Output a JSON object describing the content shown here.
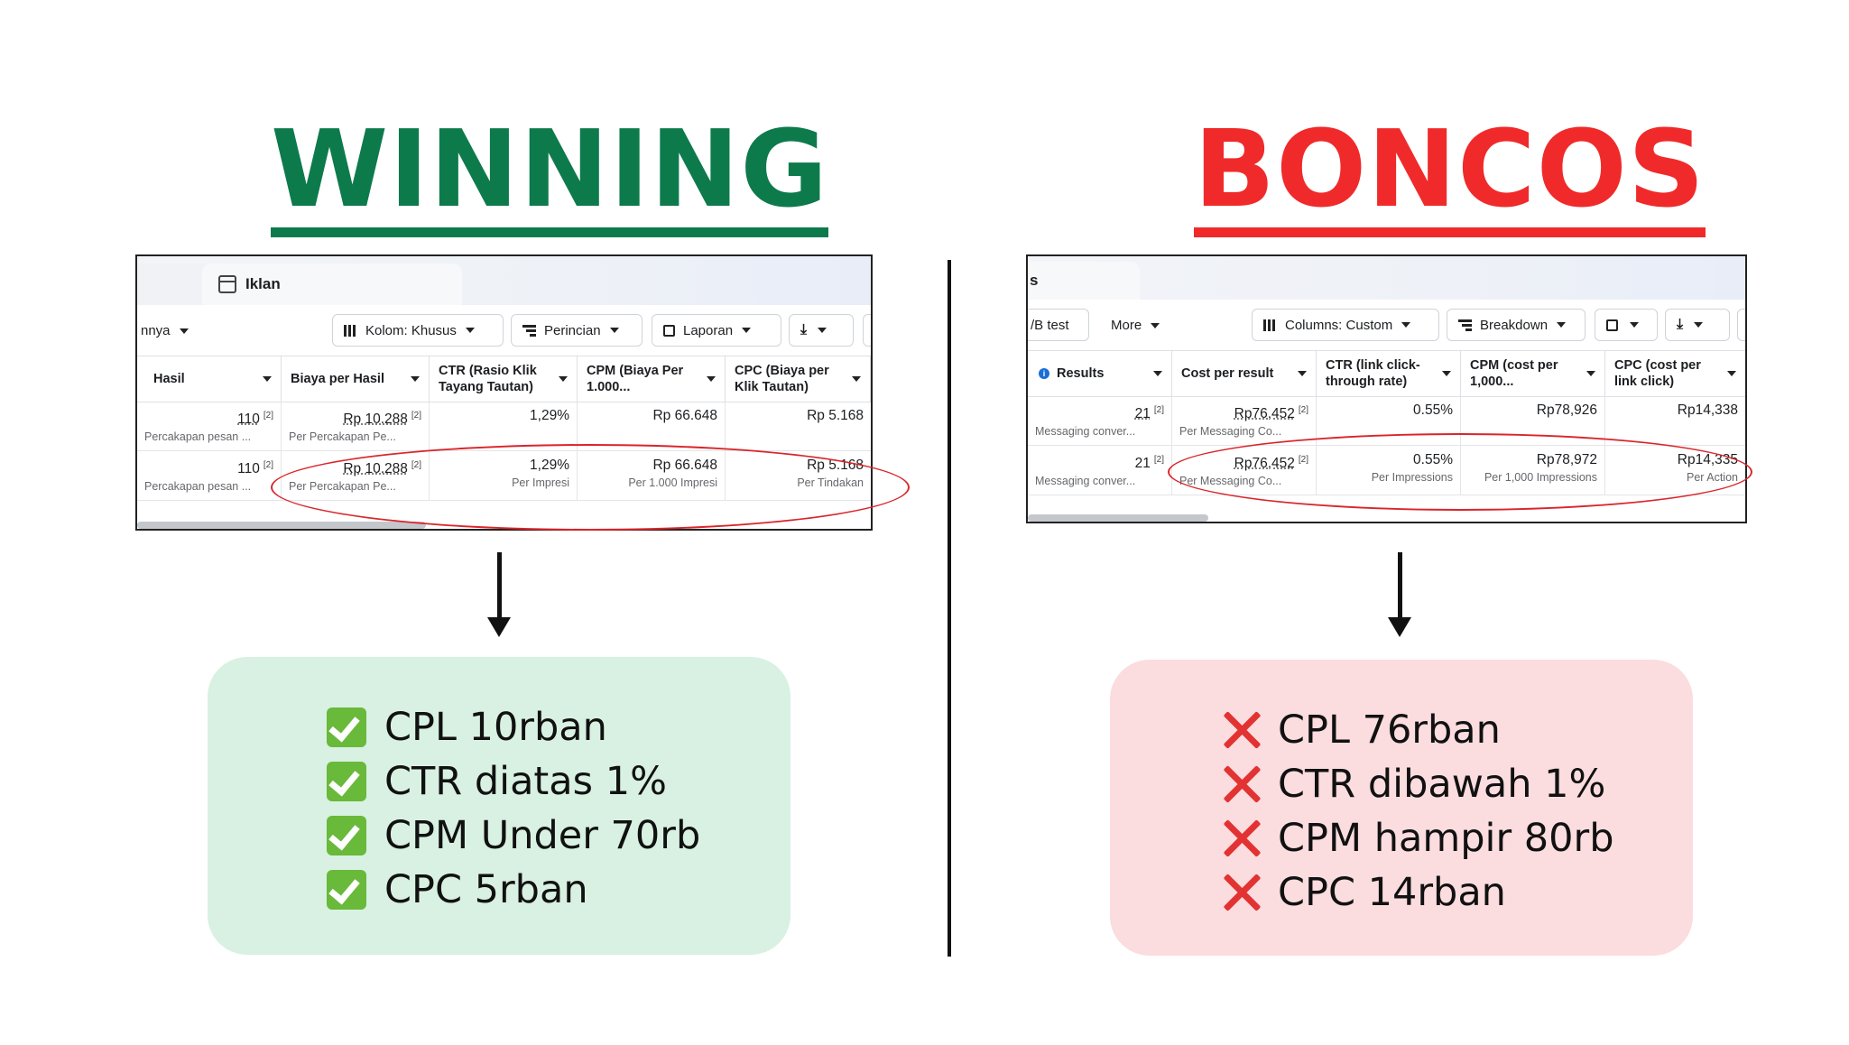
{
  "headings": {
    "left": "WINNING",
    "right": "BONCOS"
  },
  "colors": {
    "win": "#0d7a4c",
    "lose": "#f02a2a",
    "win_bg": "#d8f1e2",
    "lose_bg": "#fbdcdf",
    "highlight": "#d9252b"
  },
  "left_table": {
    "tab_label": "Iklan",
    "toolbar_left_text": "nnya",
    "buttons": {
      "columns": "Kolom: Khusus",
      "breakdown": "Perincian",
      "reports": "Laporan"
    },
    "headers": [
      "Hasil",
      "Biaya per Hasil",
      "CTR (Rasio Klik Tayang Tautan)",
      "CPM (Biaya Per 1.000...",
      "CPC (Biaya per Klik Tautan)"
    ],
    "rows": [
      {
        "result": "110",
        "result_sub": "Percakapan pesan ...",
        "cpr": "Rp 10.288",
        "cpr_sub": "Per Percakapan Pe...",
        "ctr": "1,29%",
        "ctr_sub": "",
        "cpm": "Rp 66.648",
        "cpm_sub": "",
        "cpc": "Rp 5.168",
        "cpc_sub": ""
      },
      {
        "result": "110",
        "result_sub": "Percakapan pesan ...",
        "cpr": "Rp 10.288",
        "cpr_sub": "Per Percakapan Pe...",
        "ctr": "1,29%",
        "ctr_sub": "Per Impresi",
        "cpm": "Rp 66.648",
        "cpm_sub": "Per 1.000 Impresi",
        "cpc": "Rp 5.168",
        "cpc_sub": "Per Tindakan"
      }
    ],
    "footnote": "[2]"
  },
  "right_table": {
    "tab_label": "s",
    "toolbar_left_text": "/B test",
    "more_label": "More",
    "buttons": {
      "columns": "Columns: Custom",
      "breakdown": "Breakdown"
    },
    "headers": [
      "Results",
      "Cost per result",
      "CTR (link click-through rate)",
      "CPM (cost per 1,000...",
      "CPC (cost per link click)"
    ],
    "rows": [
      {
        "result": "21",
        "result_sub": "Messaging conver...",
        "cpr": "Rp76,452",
        "cpr_sub": "Per Messaging Co...",
        "ctr": "0.55%",
        "ctr_sub": "",
        "cpm": "Rp78,926",
        "cpm_sub": "",
        "cpc": "Rp14,338",
        "cpc_sub": ""
      },
      {
        "result": "21",
        "result_sub": "Messaging conver...",
        "cpr": "Rp76,452",
        "cpr_sub": "Per Messaging Co...",
        "ctr": "0.55%",
        "ctr_sub": "Per Impressions",
        "cpm": "Rp78,972",
        "cpm_sub": "Per 1,000 Impressions",
        "cpc": "Rp14,335",
        "cpc_sub": "Per Action"
      }
    ],
    "footnote": "[2]"
  },
  "winning_points": [
    "CPL 10rban",
    "CTR diatas 1%",
    "CPM Under 70rb",
    "CPC 5rban"
  ],
  "boncos_points": [
    "CPL 76rban",
    "CTR dibawah 1%",
    "CPM hampir 80rb",
    "CPC 14rban"
  ],
  "icons": {
    "win_item": "check-mark-icon",
    "lose_item": "cross-mark-icon",
    "flow": "arrow-down-icon"
  }
}
